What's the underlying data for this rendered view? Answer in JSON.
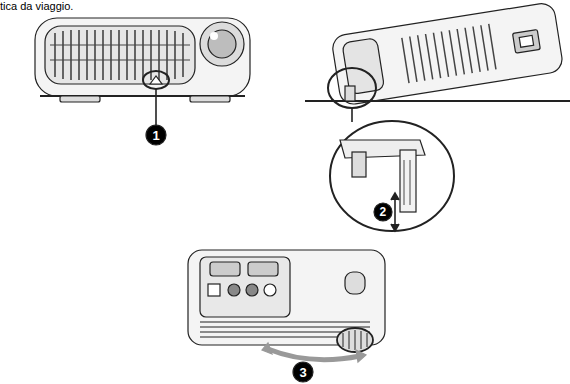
{
  "diagram": {
    "labels": [
      "tica da viaggio.",
      "1",
      "2",
      "3"
    ]
  }
}
